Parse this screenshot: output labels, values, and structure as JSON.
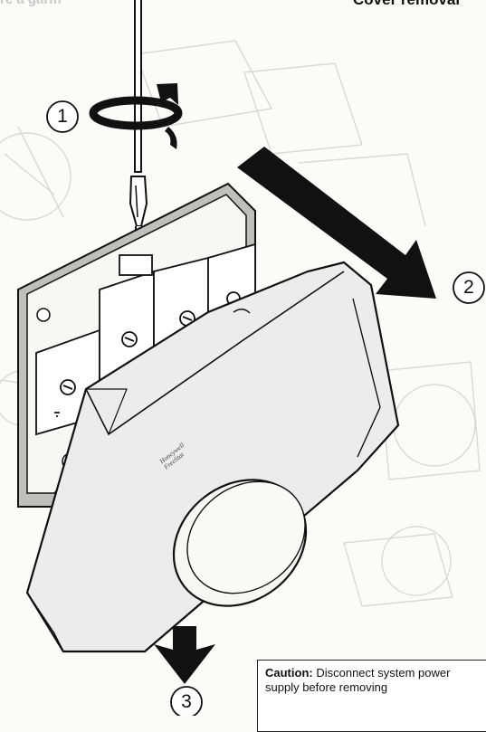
{
  "header": {
    "left_title_fragment": "re a garm",
    "right_title": "Cover removal"
  },
  "steps": {
    "step1": "1",
    "step2": "2",
    "step3": "3"
  },
  "device": {
    "brand_line1": "Honeywell",
    "brand_line2": "FreeStat"
  },
  "caution": {
    "label": "Caution:",
    "text": " Disconnect system power supply before removing"
  },
  "icons": {
    "screwdriver": "screwdriver-icon",
    "rotation": "rotate-arrow-icon",
    "pull_arrow": "arrow-right-down-icon",
    "drop_arrow": "arrow-down-icon"
  }
}
